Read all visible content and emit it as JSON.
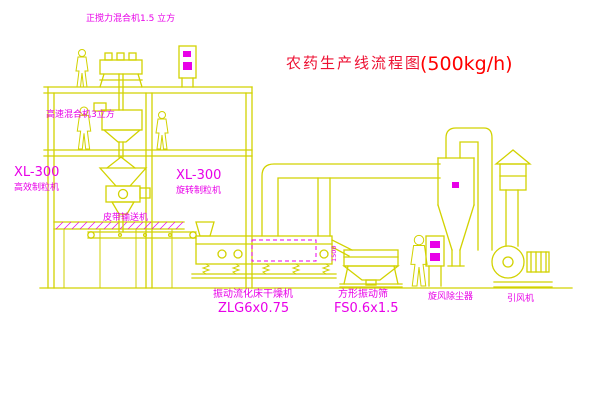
{
  "title": {
    "main": "农药生产线流程图",
    "capacity": "(500kg/h)"
  },
  "labels": {
    "auger_mixer": "正搅力混合机1.5 立方",
    "high_speed_mixer": "高速混合机3立方",
    "granulator_left": {
      "model": "XL-300",
      "name": "高效制粒机"
    },
    "granulator_center": {
      "model": "XL-300",
      "name": "旋转制粒机"
    },
    "belt_conveyor": "皮带输送机",
    "dryer": {
      "name": "振动流化床干燥机",
      "model": "ZLG6x0.75"
    },
    "screen": {
      "name": "方形振动筛",
      "model": "FS0.6x1.5"
    },
    "cyclone": "旋风除尘器",
    "fan": "引风机",
    "dimension": "1500"
  },
  "colors": {
    "line": "#d2d200",
    "label": "#e800e8",
    "title": "#ee1133",
    "capacity": "#ff0000",
    "background": "#ffffff"
  }
}
